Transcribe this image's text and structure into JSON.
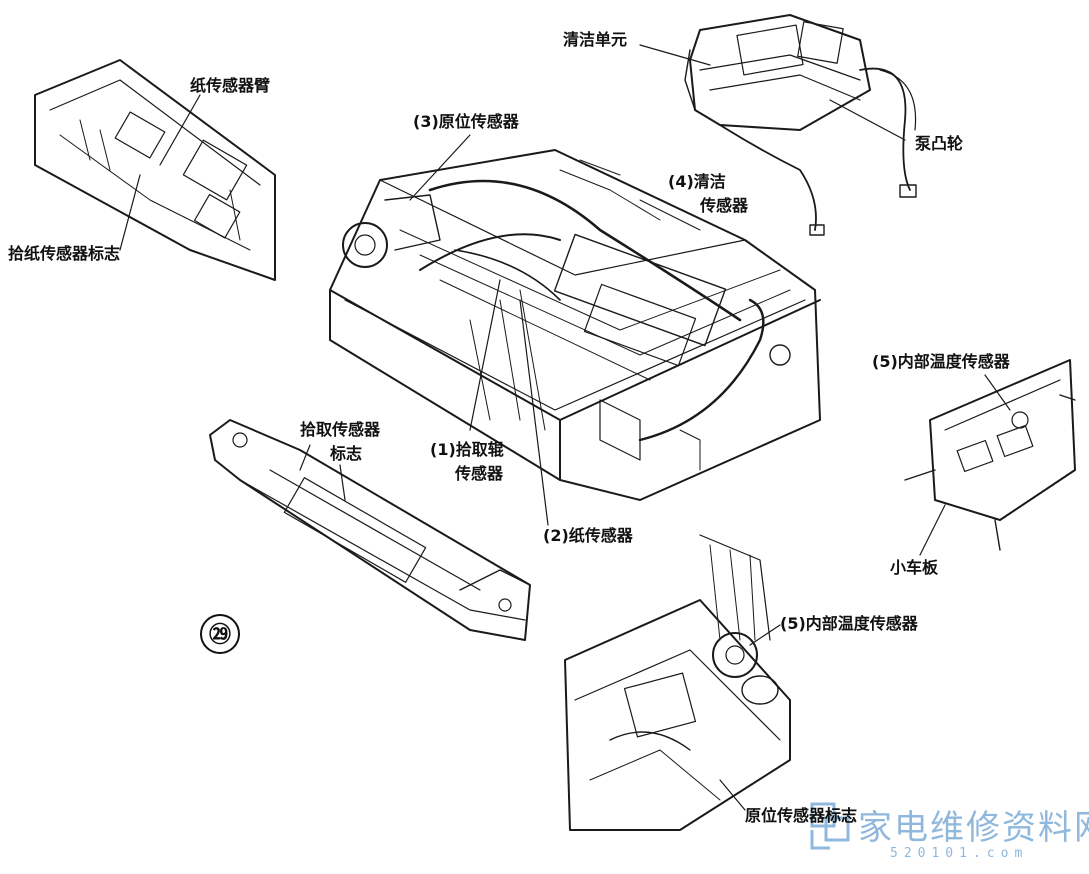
{
  "labels": {
    "cleaning_unit": "清洁单元",
    "pump_cam": "泵凸轮",
    "cleaning_sensor_line1": "(4)清洁",
    "cleaning_sensor_line2": "传感器",
    "home_sensor": "(3)原位传感器",
    "paper_sensor_arm": "纸传感器臂",
    "pickup_paper_sensor_flag": "拾纸传感器标志",
    "internal_temp_sensor_top": "(5)内部温度传感器",
    "carriage_board": "小车板",
    "pickup_sensor_flag_line1": "拾取传感器",
    "pickup_sensor_flag_line2": "标志",
    "pickup_roller_sensor_line1": "(1)拾取辊",
    "pickup_roller_sensor_line2": "传感器",
    "paper_sensor": "(2)纸传感器",
    "internal_temp_sensor_bottom": "(5)内部温度传感器",
    "home_sensor_flag": "原位传感器标志"
  },
  "figure_number": "㉙",
  "watermark": {
    "text": "家电维修资料网",
    "url": "520101.com"
  },
  "colors": {
    "ink": "#1a1a1a",
    "watermark": "#8fb8dc"
  }
}
